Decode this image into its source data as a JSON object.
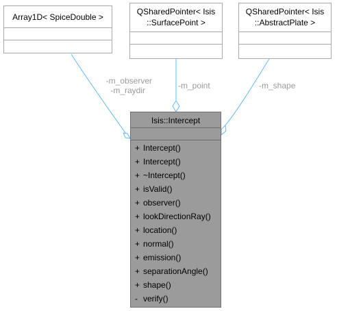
{
  "diagram": {
    "classes": {
      "array1d": {
        "title": "Array1D< SpiceDouble >"
      },
      "surface_point": {
        "title_line1": "QSharedPointer< Isis",
        "title_line2": "::SurfacePoint >"
      },
      "abstract_plate": {
        "title_line1": "QSharedPointer< Isis",
        "title_line2": "::AbstractPlate >"
      },
      "intercept": {
        "title": "Isis::Intercept",
        "methods": [
          {
            "visibility": "+",
            "name": "Intercept()"
          },
          {
            "visibility": "+",
            "name": "Intercept()"
          },
          {
            "visibility": "+",
            "name": "~Intercept()"
          },
          {
            "visibility": "+",
            "name": "isValid()"
          },
          {
            "visibility": "+",
            "name": "observer()"
          },
          {
            "visibility": "+",
            "name": "lookDirectionRay()"
          },
          {
            "visibility": "+",
            "name": "location()"
          },
          {
            "visibility": "+",
            "name": "normal()"
          },
          {
            "visibility": "+",
            "name": "emission()"
          },
          {
            "visibility": "+",
            "name": "separationAngle()"
          },
          {
            "visibility": "+",
            "name": "shape()"
          },
          {
            "visibility": "-",
            "name": "verify()"
          }
        ]
      }
    },
    "edges": {
      "observer_label_1": "-m_observer",
      "observer_label_2": "-m_raydir",
      "point_label": "-m_point",
      "shape_label": "-m_shape"
    },
    "colors": {
      "edge": "#63b8ff",
      "main_fill": "#9b9b9b",
      "label": "#9a9a9a"
    }
  }
}
